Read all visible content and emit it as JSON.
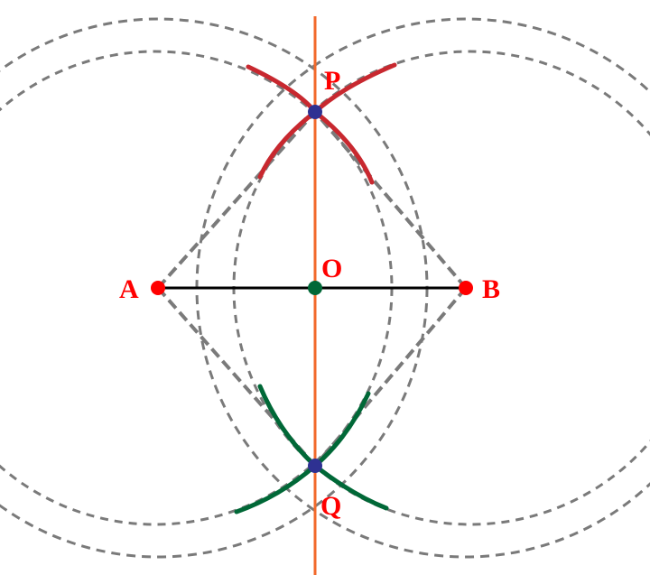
{
  "colors": {
    "label": "#ff0000",
    "segment": "#000000",
    "bisector": "#f2692b",
    "construction": "#7a7a7a",
    "arc_upper": "#c8282f",
    "arc_lower": "#006837",
    "intersection_point": "#2e3192",
    "midpoint": "#006837",
    "endpoint": "#ff0000"
  },
  "points": {
    "A": {
      "label": "A"
    },
    "B": {
      "label": "B"
    },
    "O": {
      "label": "O"
    },
    "P": {
      "label": "P"
    },
    "Q": {
      "label": "Q"
    }
  }
}
